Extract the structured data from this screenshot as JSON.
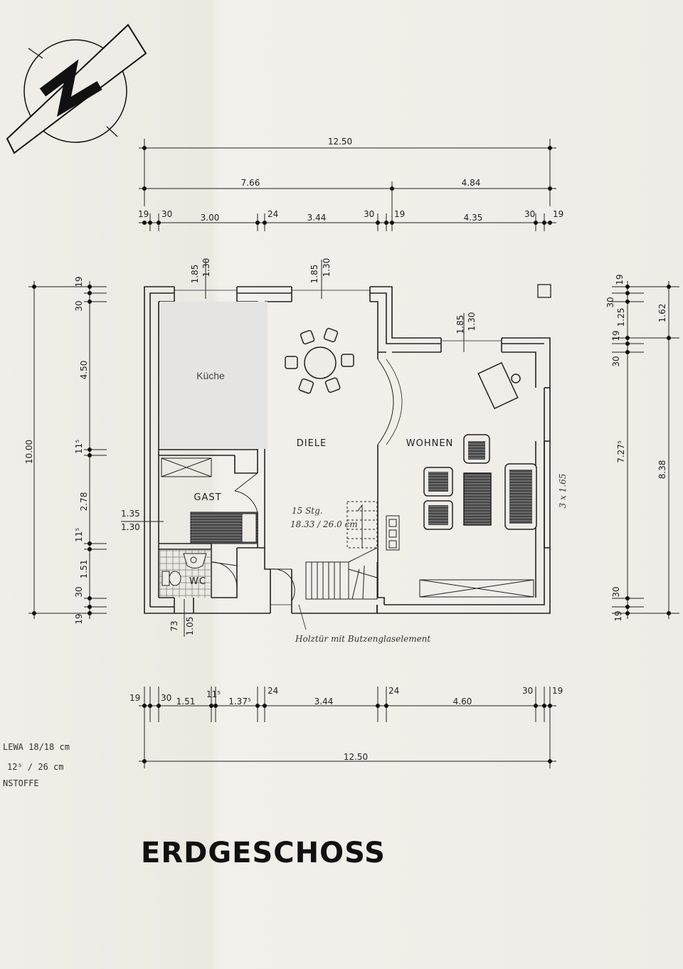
{
  "title": "ERDGESCHOSS",
  "rooms": {
    "kueche": "Küche",
    "diele": "DIELE",
    "wohnen": "WOHNEN",
    "gast": "GAST",
    "wc": "WC"
  },
  "stairs": {
    "steps": "15 Stg.",
    "ratio": "18.33 / 26.0 cm"
  },
  "window_note": "3 x 1.65",
  "door_note": "Holztür mit Butzenglaselement",
  "dims_top": {
    "total": "12.50",
    "left": "7.66",
    "right": "4.84",
    "d1": "19",
    "d2": "30",
    "d3": "3.00",
    "d4": "24",
    "d5": "3.44",
    "d6": "30",
    "d7": "19",
    "d8": "4.35",
    "d9": "30",
    "d10": "19"
  },
  "dims_bottom": {
    "total": "12.50",
    "d1": "19",
    "d2": "30",
    "d3": "1.51",
    "d4": "11⁵",
    "d5": "1.37⁵",
    "d6": "24",
    "d7": "3.44",
    "d8": "24",
    "d9": "4.60",
    "d10": "30",
    "d11": "19"
  },
  "dims_left": {
    "total": "10.00",
    "d1": "19",
    "d2": "30",
    "d3": "4.50",
    "d4": "11⁵",
    "d5": "2.78",
    "d6": "11⁵",
    "d7": "1.51",
    "d8": "30",
    "d9": "19"
  },
  "dims_right": {
    "top": "1.62",
    "main": "8.38",
    "d1": "19",
    "d2": "30",
    "d3": "1.25",
    "d4": "19",
    "d5": "30",
    "d6": "7.27⁵",
    "d7": "30",
    "d8": "19"
  },
  "window_heights": {
    "w1a": "1.85",
    "w1b": "1.30",
    "w2a": "1.85",
    "w2b": "1.30",
    "w3a": "1.85",
    "w3b": "1.30",
    "w4a": "1.35",
    "w4b": "1.30",
    "wc_a": "73",
    "wc_b": "1.05"
  },
  "notes": [
    "LEWA  18/18 cm",
    "12⁵ / 26 cm",
    "NSTOFFE"
  ]
}
